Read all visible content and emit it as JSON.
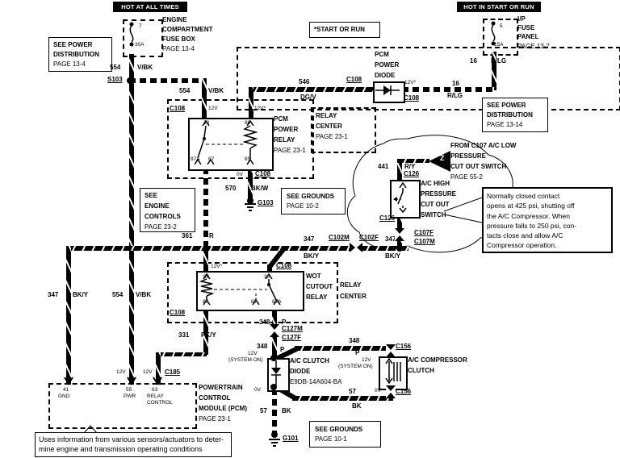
{
  "banner_left": "HOT AT ALL TIMES",
  "banner_right": "HOT IN START OR RUN",
  "fuseL": {
    "l1": "ENGINE",
    "l2": "COMPARTMENT",
    "l3": "FUSE BOX",
    "l4": "PAGE 13-4",
    "id": "7",
    "amps": "30A"
  },
  "fuseR": {
    "l1": "I/P",
    "l2": "FUSE",
    "l3": "PANEL",
    "l4": "PAGE 13-7",
    "id": "5",
    "amps": "15A"
  },
  "boxPDL": {
    "l1": "SEE POWER",
    "l2": "DISTRIBUTION",
    "l3": "PAGE 13-4"
  },
  "boxPDR": {
    "l1": "SEE POWER",
    "l2": "DISTRIBUTION",
    "l3": "PAGE 13-14"
  },
  "startOrRun": "*START OR RUN",
  "boxEC": {
    "l1": "SEE",
    "l2": "ENGINE",
    "l3": "CONTROLS",
    "l4": "PAGE 23-2"
  },
  "boxG2": {
    "l1": "SEE GROUNDS",
    "l2": "PAGE 10-2"
  },
  "boxG1": {
    "l1": "SEE GROUNDS",
    "l2": "PAGE 10-1"
  },
  "diodeTop": {
    "l1": "PCM",
    "l2": "POWER",
    "l3": "DIODE"
  },
  "pcmRelay": {
    "l1": "PCM",
    "l2": "POWER",
    "l3": "RELAY",
    "l4": "PAGE 23-1"
  },
  "rcTop": {
    "l1": "RELAY",
    "l2": "CENTER",
    "l3": "PAGE 23-1"
  },
  "wotRelay": {
    "l1": "WOT",
    "l2": "CUTOUT",
    "l3": "RELAY"
  },
  "rcBot": {
    "l1": "RELAY",
    "l2": "CENTER"
  },
  "hpSwitch": {
    "l1": "A/C HIGH",
    "l2": "PRESSURE",
    "l3": "CUT OUT",
    "l4": "SWITCH"
  },
  "fromC107": {
    "l1": "FROM C107 A/C LOW",
    "l2": "PRESSURE",
    "l3": "CUT OUT SWITCH",
    "l4": "PAGE 55-2",
    "z": "Z"
  },
  "acDiode": {
    "l1": "A/C CLUTCH",
    "l2": "DIODE",
    "l3": "E9DB-14A604-BA"
  },
  "acClutch": {
    "l1": "A/C COMPRESSOR",
    "l2": "CLUTCH"
  },
  "pcm": {
    "l1": "POWERTRAIN",
    "l2": "CONTROL",
    "l3": "MODULE (PCM)",
    "l4": "PAGE 23-1",
    "p41": "41",
    "p41n": "GND",
    "p55": "55",
    "p55n": "PWR",
    "p63": "63",
    "p63n1": "RELAY",
    "p63n2": "CONTROL"
  },
  "pins": {
    "p30": "30",
    "p85": "85",
    "p86": "86",
    "p87": "87",
    "p87a": "87A"
  },
  "conn": {
    "c108": "C108",
    "c126": "C126",
    "c185": "C185",
    "c102m": "C102M",
    "c102f": "C102F",
    "c107f": "C107F",
    "c107m": "C107M",
    "c127m": "C127M",
    "c127f": "C127F",
    "c156": "C156",
    "s103": "S103",
    "g103": "G103",
    "g101": "G101"
  },
  "w": {
    "n554": "554",
    "c554": "V/BK",
    "n16": "16",
    "c16": "R/LG",
    "n546": "546",
    "c546": "DG/V",
    "n570": "570",
    "c570": "BK/W",
    "n361": "361",
    "c361": "R",
    "n347": "347",
    "c347": "BK/Y",
    "n441": "441",
    "c441": "R/Y",
    "n331": "331",
    "c331": "PK/Y",
    "n348": "348",
    "c348": "P",
    "n57": "57",
    "c57": "BK"
  },
  "v": {
    "v12": "12V",
    "v12s": "12V*",
    "v0": "0V",
    "sys": "(SYSTEM ON)"
  },
  "noteHP": {
    "l1": "Normally closed contact",
    "l2": "opens at 425 psi, shutting off",
    "l3": "the A/C Compressor. When",
    "l4": "pressure falls to 250 psi, con-",
    "l5": "tacts close and allow A/C",
    "l6": "Compressor operation."
  },
  "notePCM": {
    "l1": "Uses information from various sensors/actuators to deter-",
    "l2": "mine engine and transmission operating conditions"
  }
}
